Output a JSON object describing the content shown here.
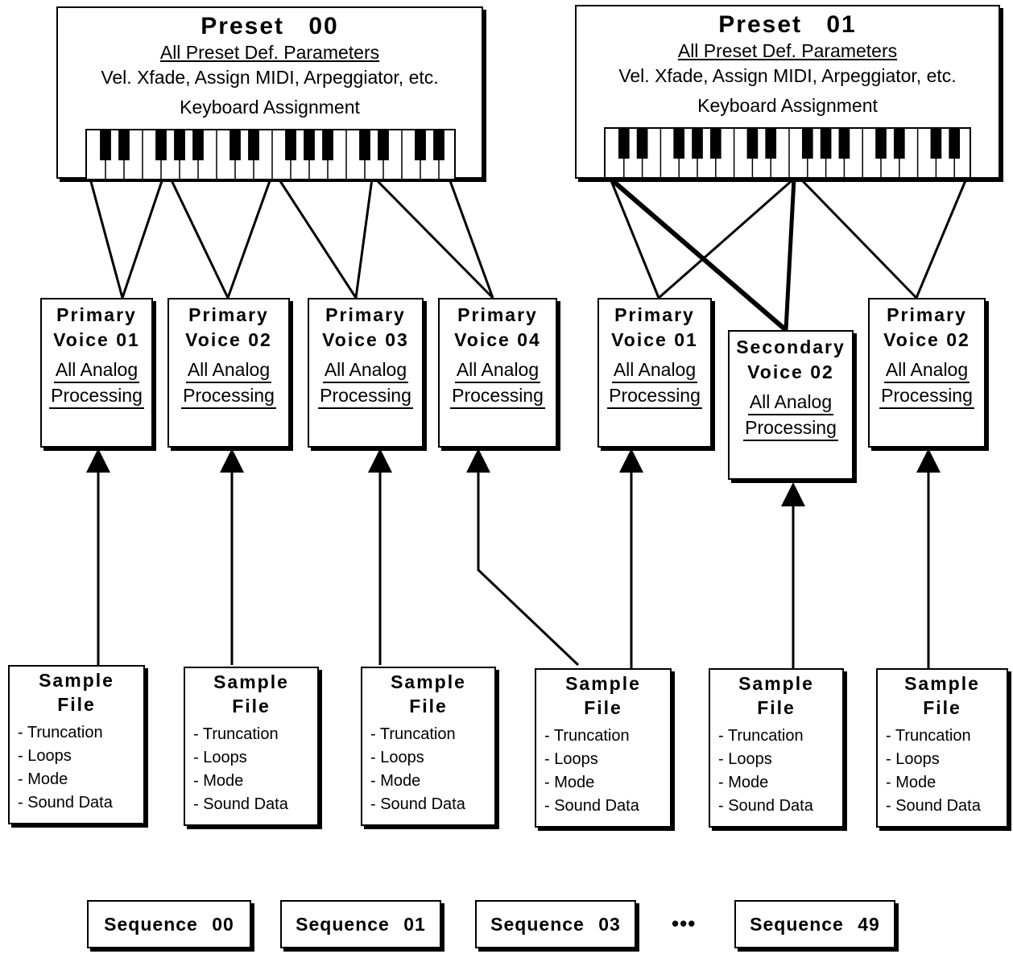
{
  "presets": [
    {
      "title": "Preset  00",
      "subtitle": "All Preset Def. Parameters",
      "params": "Vel. Xfade, Assign MIDI, Arpeggiator, etc.",
      "keyboard_label": "Keyboard Assignment"
    },
    {
      "title": "Preset  01",
      "subtitle": "All Preset Def. Parameters",
      "params": "Vel. Xfade, Assign MIDI, Arpeggiator, etc.",
      "keyboard_label": "Keyboard Assignment"
    }
  ],
  "voices": [
    {
      "line1": "Primary",
      "line2": "Voice  01",
      "sub1": "All Analog",
      "sub2": "Processing"
    },
    {
      "line1": "Primary",
      "line2": "Voice  02",
      "sub1": "All Analog",
      "sub2": "Processing"
    },
    {
      "line1": "Primary",
      "line2": "Voice  03",
      "sub1": "All Analog",
      "sub2": "Processing"
    },
    {
      "line1": "Primary",
      "line2": "Voice  04",
      "sub1": "All Analog",
      "sub2": "Processing"
    },
    {
      "line1": "Primary",
      "line2": "Voice  01",
      "sub1": "All Analog",
      "sub2": "Processing"
    },
    {
      "line1": "Secondary",
      "line2": "Voice  02",
      "sub1": "All Analog",
      "sub2": "Processing"
    },
    {
      "line1": "Primary",
      "line2": "Voice  02",
      "sub1": "All Analog",
      "sub2": "Processing"
    }
  ],
  "samples": [
    {
      "line1": "Sample",
      "line2": "File",
      "items": [
        "-  Truncation",
        "- Loops",
        "- Mode",
        "- Sound Data"
      ]
    },
    {
      "line1": "Sample",
      "line2": "File",
      "items": [
        "-  Truncation",
        "- Loops",
        "- Mode",
        "- Sound Data"
      ]
    },
    {
      "line1": "Sample",
      "line2": "File",
      "items": [
        "-  Truncation",
        "- Loops",
        "- Mode",
        "- Sound Data"
      ]
    },
    {
      "line1": "Sample",
      "line2": "File",
      "items": [
        "-  Truncation",
        "- Loops",
        "- Mode",
        "- Sound Data"
      ]
    },
    {
      "line1": "Sample",
      "line2": "File",
      "items": [
        "-  Truncation",
        "- Loops",
        "- Mode",
        "- Sound Data"
      ]
    },
    {
      "line1": "Sample",
      "line2": "File",
      "items": [
        "-  Truncation",
        "- Loops",
        "- Mode",
        "- Sound Data"
      ]
    }
  ],
  "sequences": [
    "Sequence  00",
    "Sequence  01",
    "Sequence  03",
    "Sequence  49"
  ],
  "ellipsis": "•••"
}
